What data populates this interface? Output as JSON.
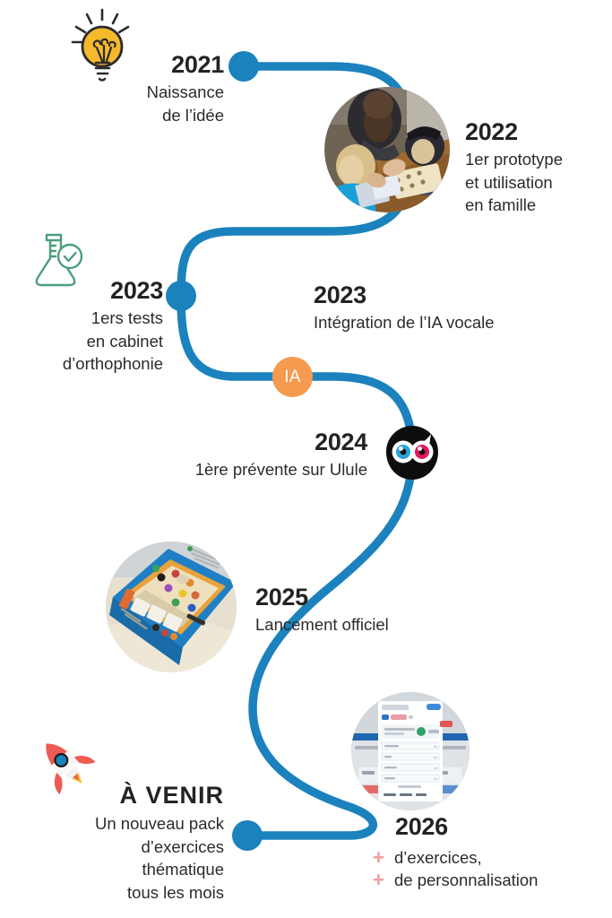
{
  "theme": {
    "path_color": "#1b82bd",
    "accent_orange": "#F59A4E",
    "plus_pink": "#F0A0A0",
    "text_dark": "#262626",
    "bulb_yellow": "#F5B92C",
    "flask_green": "#4C9E7C",
    "rocket_red": "#EC5B54",
    "background": "#FFFFFF"
  },
  "milestones": [
    {
      "id": "2021",
      "year": "2021",
      "description": "Naissance\nde l’idée",
      "icon": "lightbulb-icon",
      "marker": "dot",
      "side": "left"
    },
    {
      "id": "2022",
      "year": "2022",
      "description": "1er prototype\net utilisation\nen famille",
      "icon": "photo-family",
      "marker": "photo",
      "side": "right"
    },
    {
      "id": "2023-tests",
      "year": "2023",
      "description": "1ers tests\nen cabinet\nd’orthophonie",
      "icon": "flask-check-icon",
      "marker": "dot",
      "side": "left"
    },
    {
      "id": "2023-ia",
      "year": "2023",
      "description": "Intégration de l’IA vocale",
      "icon": "ia-badge",
      "marker": "badge",
      "badge_label": "IA",
      "side": "right"
    },
    {
      "id": "2024",
      "year": "2024",
      "description": "1ère prévente sur Ulule",
      "icon": "ulule-owl-logo",
      "marker": "logo",
      "side": "left"
    },
    {
      "id": "2025",
      "year": "2025",
      "description": "Lancement officiel",
      "icon": "photo-game-box",
      "marker": "photo",
      "side": "right"
    },
    {
      "id": "a-venir",
      "year": "À VENIR",
      "description": "Un nouveau pack\nd’exercices\nthématique\ntous les mois",
      "icon": "rocket-icon",
      "marker": "dot",
      "side": "left"
    },
    {
      "id": "2026",
      "year": "2026",
      "description": "",
      "icon": "photo-app-screenshot",
      "marker": "photo",
      "side": "right",
      "bullets": [
        {
          "sign": "+",
          "text": "d’exercices,"
        },
        {
          "sign": "+",
          "text": "de personnalisation"
        }
      ]
    }
  ]
}
